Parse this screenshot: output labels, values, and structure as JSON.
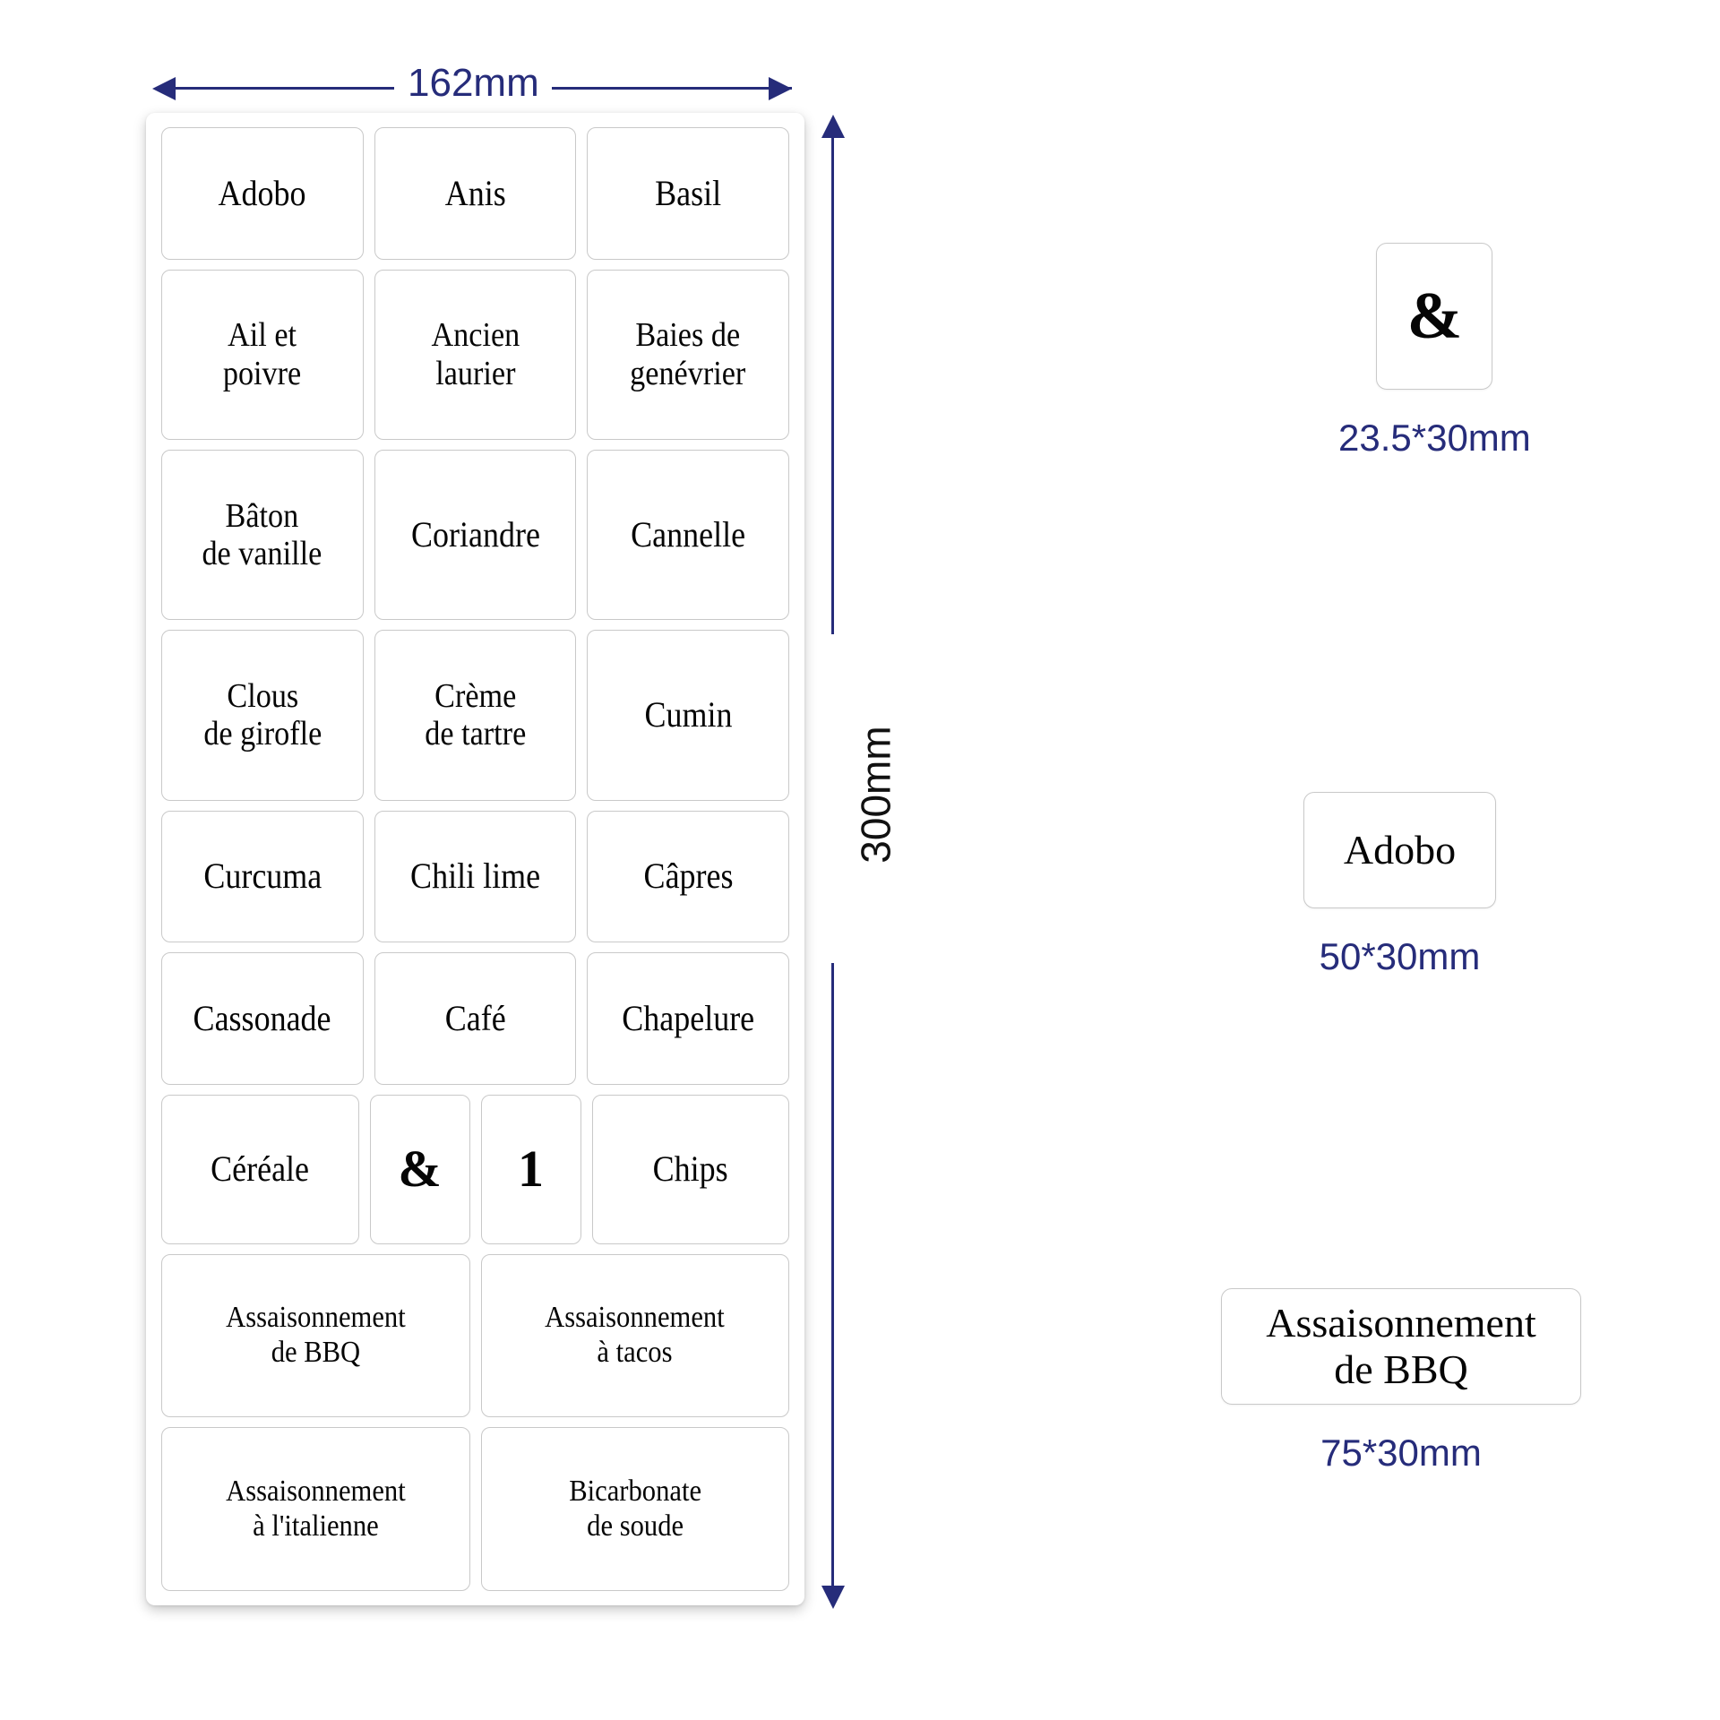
{
  "dimensions": {
    "width_label": "162mm",
    "height_label": "300mm"
  },
  "sheet": {
    "rows": [
      {
        "cells": [
          {
            "text": "Adobo",
            "style": "one"
          },
          {
            "text": "Anis",
            "style": "one"
          },
          {
            "text": "Basil",
            "style": "one"
          }
        ]
      },
      {
        "cells": [
          {
            "text": "Ail  et\npoivre",
            "style": "two"
          },
          {
            "text": "Ancien\nlaurier",
            "style": "two"
          },
          {
            "text": "Baies de\ngenévrier",
            "style": "two"
          }
        ]
      },
      {
        "cells": [
          {
            "text": "Bâton\nde vanille",
            "style": "two"
          },
          {
            "text": "Coriandre",
            "style": "one"
          },
          {
            "text": "Cannelle",
            "style": "one"
          }
        ]
      },
      {
        "cells": [
          {
            "text": "Clous\nde girofle",
            "style": "two"
          },
          {
            "text": "Crème\nde tartre",
            "style": "two"
          },
          {
            "text": "Cumin",
            "style": "one"
          }
        ]
      },
      {
        "cells": [
          {
            "text": "Curcuma",
            "style": "one"
          },
          {
            "text": "Chili lime",
            "style": "one"
          },
          {
            "text": "Câpres",
            "style": "one"
          }
        ]
      },
      {
        "cells": [
          {
            "text": "Cassonade",
            "style": "one"
          },
          {
            "text": "Café",
            "style": "one"
          },
          {
            "text": "Chapelure",
            "style": "one"
          }
        ]
      },
      {
        "cells": [
          {
            "text": "Céréale",
            "style": "one"
          },
          {
            "text": "&",
            "style": "glyph"
          },
          {
            "text": "1",
            "style": "glyph"
          },
          {
            "text": "Chips",
            "style": "one"
          }
        ]
      },
      {
        "cells": [
          {
            "text": "Assaisonnement\nde BBQ",
            "style": "wide"
          },
          {
            "text": "Assaisonnement\nà tacos",
            "style": "wide"
          }
        ]
      },
      {
        "cells": [
          {
            "text": "Assaisonnement\nà l'italienne",
            "style": "wide"
          },
          {
            "text": "Bicarbonate\nde soude",
            "style": "wide"
          }
        ]
      }
    ]
  },
  "samples": [
    {
      "name": "ampersand",
      "text": "&",
      "caption": "23.5*30mm"
    },
    {
      "name": "adobo",
      "text": "Adobo",
      "caption": "50*30mm"
    },
    {
      "name": "bbq",
      "text": "Assaisonnement\nde BBQ",
      "caption": "75*30mm"
    }
  ],
  "colors": {
    "dimension_blue": "#262C7A",
    "sticker_border": "#C9C9C9",
    "text_black": "#050505",
    "background": "#FFFFFF"
  }
}
